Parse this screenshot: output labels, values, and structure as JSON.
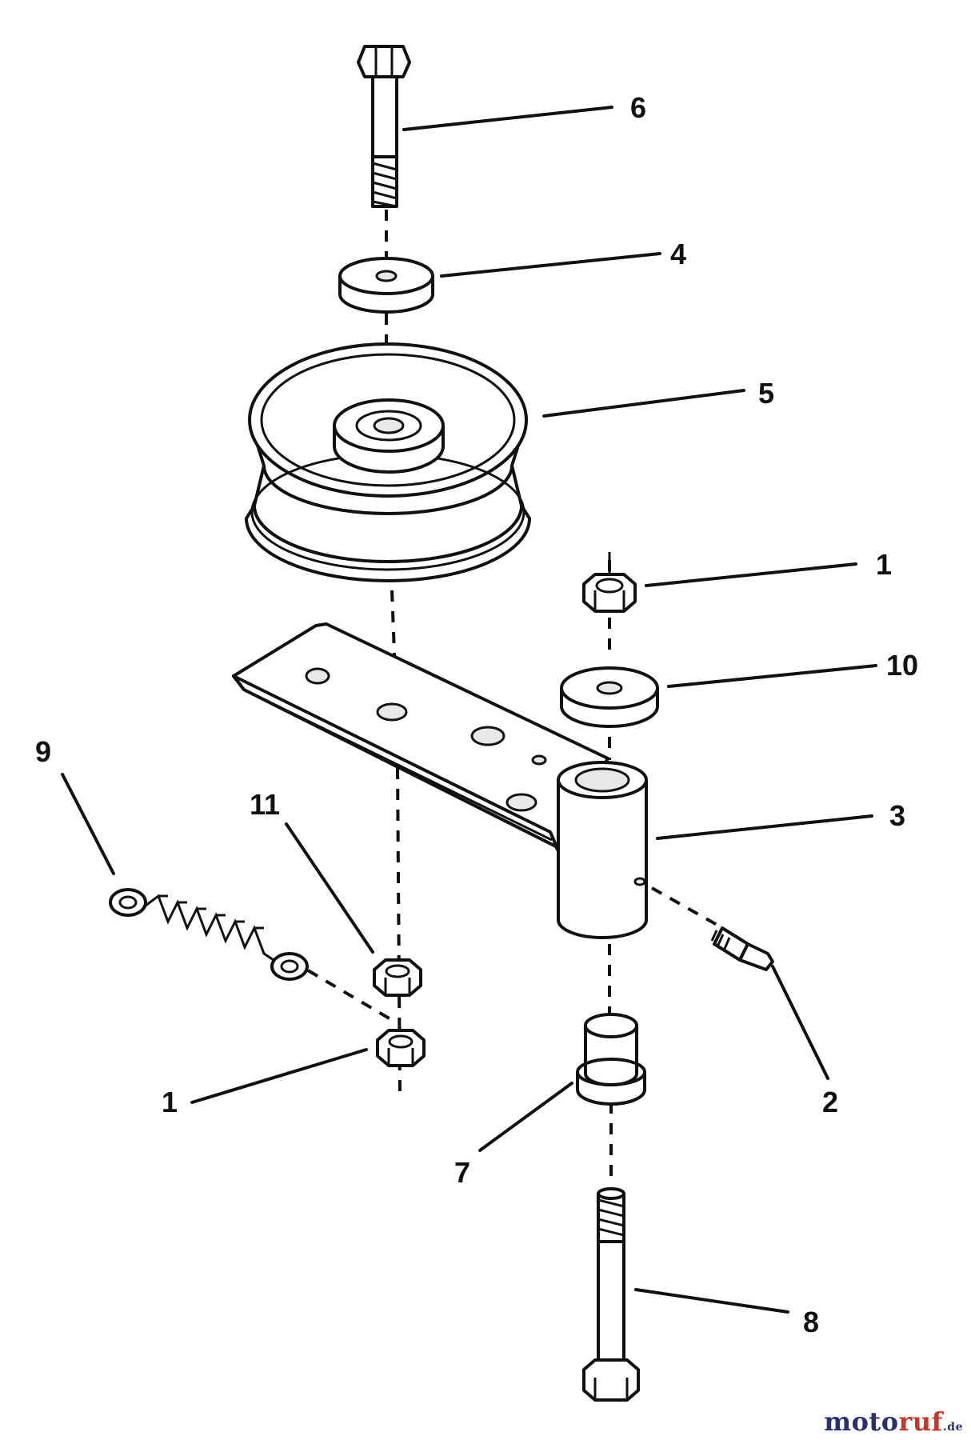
{
  "callouts": {
    "c6": "6",
    "c4": "4",
    "c5": "5",
    "c1_top": "1",
    "c10": "10",
    "c3": "3",
    "c9": "9",
    "c11": "11",
    "c2": "2",
    "c1_bottom": "1",
    "c7": "7",
    "c8": "8"
  },
  "watermark": {
    "part1": "moto",
    "part2": "ruf",
    "part3": ".de"
  },
  "colors": {
    "line": "#111111",
    "watermark_blue": "#2b2f6e",
    "watermark_red": "#c0392b"
  }
}
